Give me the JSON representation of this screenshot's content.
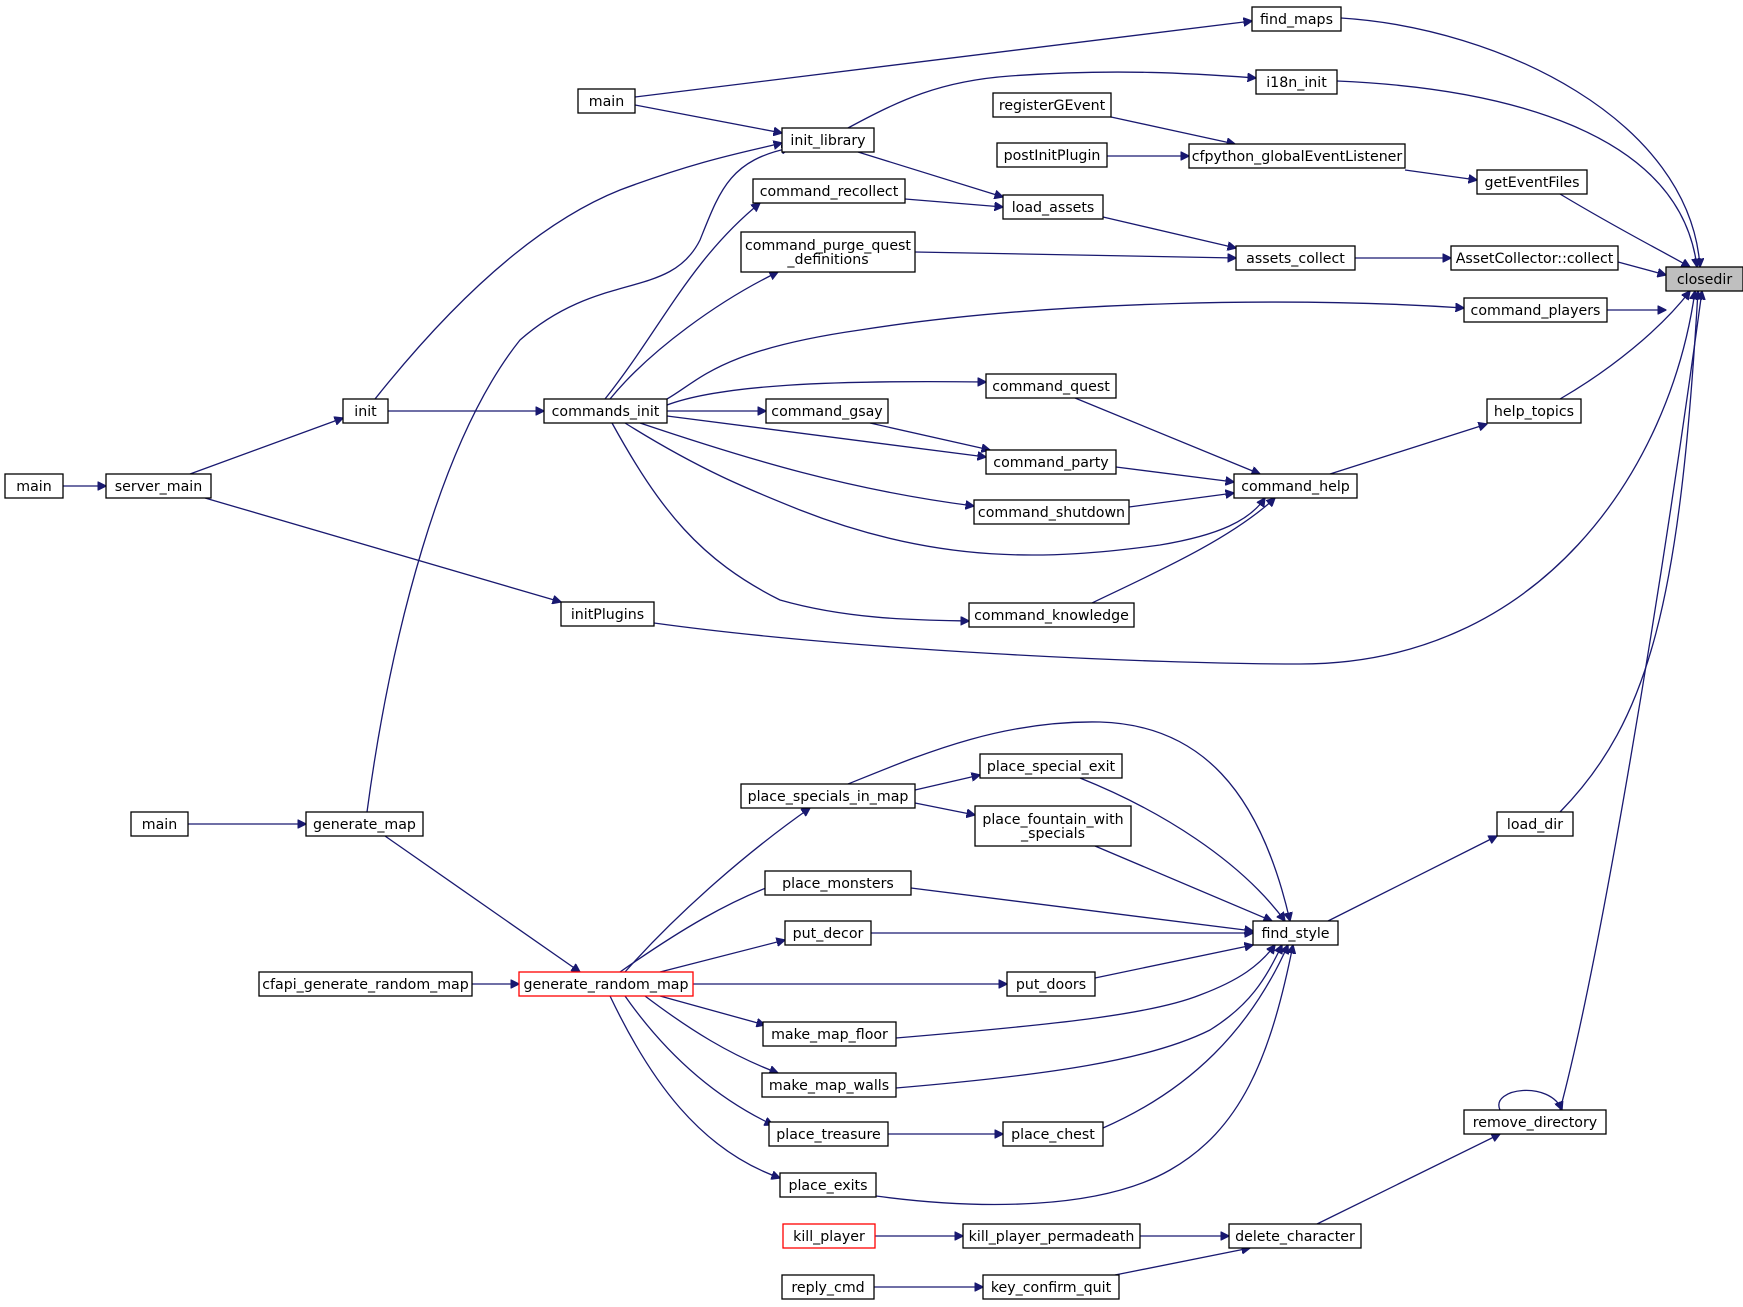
{
  "graph": {
    "root": "closedir",
    "nodes": [
      {
        "id": "closedir",
        "lines": [
          "closedir"
        ],
        "root": true
      },
      {
        "id": "find_maps",
        "lines": [
          "find_maps"
        ]
      },
      {
        "id": "i18n_init",
        "lines": [
          "i18n_init"
        ]
      },
      {
        "id": "main_top",
        "lines": [
          "main"
        ]
      },
      {
        "id": "registerGEvent",
        "lines": [
          "registerGEvent"
        ]
      },
      {
        "id": "postInitPlugin",
        "lines": [
          "postInitPlugin"
        ]
      },
      {
        "id": "cfpython_globalEventListener",
        "lines": [
          "cfpython_globalEventListener"
        ]
      },
      {
        "id": "getEventFiles",
        "lines": [
          "getEventFiles"
        ]
      },
      {
        "id": "init_library",
        "lines": [
          "init_library"
        ]
      },
      {
        "id": "command_recollect",
        "lines": [
          "command_recollect"
        ]
      },
      {
        "id": "load_assets",
        "lines": [
          "load_assets"
        ]
      },
      {
        "id": "command_purge_quest_definitions",
        "lines": [
          "command_purge_quest",
          "_definitions"
        ]
      },
      {
        "id": "assets_collect",
        "lines": [
          "assets_collect"
        ]
      },
      {
        "id": "AssetCollector_collect",
        "lines": [
          "AssetCollector::collect"
        ]
      },
      {
        "id": "command_players",
        "lines": [
          "command_players"
        ]
      },
      {
        "id": "init",
        "lines": [
          "init"
        ]
      },
      {
        "id": "commands_init",
        "lines": [
          "commands_init"
        ]
      },
      {
        "id": "command_quest",
        "lines": [
          "command_quest"
        ]
      },
      {
        "id": "command_gsay",
        "lines": [
          "command_gsay"
        ]
      },
      {
        "id": "help_topics",
        "lines": [
          "help_topics"
        ]
      },
      {
        "id": "main_left",
        "lines": [
          "main"
        ]
      },
      {
        "id": "server_main",
        "lines": [
          "server_main"
        ]
      },
      {
        "id": "command_party",
        "lines": [
          "command_party"
        ]
      },
      {
        "id": "command_help",
        "lines": [
          "command_help"
        ]
      },
      {
        "id": "command_shutdown",
        "lines": [
          "command_shutdown"
        ]
      },
      {
        "id": "initPlugins",
        "lines": [
          "initPlugins"
        ]
      },
      {
        "id": "command_knowledge",
        "lines": [
          "command_knowledge"
        ]
      },
      {
        "id": "place_special_exit",
        "lines": [
          "place_special_exit"
        ]
      },
      {
        "id": "place_specials_in_map",
        "lines": [
          "place_specials_in_map"
        ]
      },
      {
        "id": "place_fountain_with_specials",
        "lines": [
          "place_fountain_with",
          "_specials"
        ]
      },
      {
        "id": "main_mid",
        "lines": [
          "main"
        ]
      },
      {
        "id": "generate_map",
        "lines": [
          "generate_map"
        ]
      },
      {
        "id": "load_dir",
        "lines": [
          "load_dir"
        ]
      },
      {
        "id": "place_monsters",
        "lines": [
          "place_monsters"
        ]
      },
      {
        "id": "put_decor",
        "lines": [
          "put_decor"
        ]
      },
      {
        "id": "find_style",
        "lines": [
          "find_style"
        ]
      },
      {
        "id": "cfapi_generate_random_map",
        "lines": [
          "cfapi_generate_random_map"
        ]
      },
      {
        "id": "generate_random_map",
        "lines": [
          "generate_random_map"
        ],
        "red": true
      },
      {
        "id": "put_doors",
        "lines": [
          "put_doors"
        ]
      },
      {
        "id": "make_map_floor",
        "lines": [
          "make_map_floor"
        ]
      },
      {
        "id": "make_map_walls",
        "lines": [
          "make_map_walls"
        ]
      },
      {
        "id": "remove_directory",
        "lines": [
          "remove_directory"
        ]
      },
      {
        "id": "place_treasure",
        "lines": [
          "place_treasure"
        ]
      },
      {
        "id": "place_chest",
        "lines": [
          "place_chest"
        ]
      },
      {
        "id": "place_exits",
        "lines": [
          "place_exits"
        ]
      },
      {
        "id": "kill_player",
        "lines": [
          "kill_player"
        ],
        "red": true
      },
      {
        "id": "kill_player_permadeath",
        "lines": [
          "kill_player_permadeath"
        ]
      },
      {
        "id": "delete_character",
        "lines": [
          "delete_character"
        ]
      },
      {
        "id": "reply_cmd",
        "lines": [
          "reply_cmd"
        ]
      },
      {
        "id": "key_confirm_quit",
        "lines": [
          "key_confirm_quit"
        ]
      }
    ],
    "edges": [
      {
        "from": "find_maps",
        "to": "closedir"
      },
      {
        "from": "i18n_init",
        "to": "closedir"
      },
      {
        "from": "getEventFiles",
        "to": "closedir"
      },
      {
        "from": "AssetCollector_collect",
        "to": "closedir"
      },
      {
        "from": "command_players",
        "to": "closedir"
      },
      {
        "from": "help_topics",
        "to": "closedir"
      },
      {
        "from": "initPlugins",
        "to": "closedir"
      },
      {
        "from": "load_dir",
        "to": "closedir"
      },
      {
        "from": "remove_directory",
        "to": "closedir"
      },
      {
        "from": "main_top",
        "to": "find_maps"
      },
      {
        "from": "main_top",
        "to": "init_library"
      },
      {
        "from": "init_library",
        "to": "i18n_init"
      },
      {
        "from": "registerGEvent",
        "to": "cfpython_globalEventListener"
      },
      {
        "from": "postInitPlugin",
        "to": "cfpython_globalEventListener"
      },
      {
        "from": "cfpython_globalEventListener",
        "to": "getEventFiles"
      },
      {
        "from": "init_library",
        "to": "load_assets"
      },
      {
        "from": "command_recollect",
        "to": "load_assets"
      },
      {
        "from": "load_assets",
        "to": "assets_collect"
      },
      {
        "from": "command_purge_quest_definitions",
        "to": "assets_collect"
      },
      {
        "from": "assets_collect",
        "to": "AssetCollector_collect"
      },
      {
        "from": "commands_init",
        "to": "command_players"
      },
      {
        "from": "commands_init",
        "to": "command_recollect"
      },
      {
        "from": "commands_init",
        "to": "command_purge_quest_definitions"
      },
      {
        "from": "commands_init",
        "to": "command_quest"
      },
      {
        "from": "commands_init",
        "to": "command_gsay"
      },
      {
        "from": "commands_init",
        "to": "command_party"
      },
      {
        "from": "commands_init",
        "to": "command_shutdown"
      },
      {
        "from": "commands_init",
        "to": "command_help"
      },
      {
        "from": "commands_init",
        "to": "command_knowledge"
      },
      {
        "from": "init",
        "to": "init_library"
      },
      {
        "from": "init",
        "to": "commands_init"
      },
      {
        "from": "generate_map",
        "to": "init_library"
      },
      {
        "from": "main_left",
        "to": "server_main"
      },
      {
        "from": "server_main",
        "to": "init"
      },
      {
        "from": "server_main",
        "to": "initPlugins"
      },
      {
        "from": "command_quest",
        "to": "command_help"
      },
      {
        "from": "command_gsay",
        "to": "command_party"
      },
      {
        "from": "command_party",
        "to": "command_help"
      },
      {
        "from": "command_shutdown",
        "to": "command_help"
      },
      {
        "from": "command_knowledge",
        "to": "command_help"
      },
      {
        "from": "command_help",
        "to": "help_topics"
      },
      {
        "from": "place_specials_in_map",
        "to": "place_special_exit"
      },
      {
        "from": "place_specials_in_map",
        "to": "place_fountain_with_specials"
      },
      {
        "from": "place_specials_in_map",
        "to": "find_style"
      },
      {
        "from": "place_special_exit",
        "to": "find_style"
      },
      {
        "from": "place_fountain_with_specials",
        "to": "find_style"
      },
      {
        "from": "place_monsters",
        "to": "find_style"
      },
      {
        "from": "put_decor",
        "to": "find_style"
      },
      {
        "from": "put_doors",
        "to": "find_style"
      },
      {
        "from": "make_map_floor",
        "to": "find_style"
      },
      {
        "from": "make_map_walls",
        "to": "find_style"
      },
      {
        "from": "place_chest",
        "to": "find_style"
      },
      {
        "from": "place_exits",
        "to": "find_style"
      },
      {
        "from": "find_style",
        "to": "load_dir"
      },
      {
        "from": "main_mid",
        "to": "generate_map"
      },
      {
        "from": "generate_map",
        "to": "generate_random_map"
      },
      {
        "from": "cfapi_generate_random_map",
        "to": "generate_random_map"
      },
      {
        "from": "generate_random_map",
        "to": "place_specials_in_map"
      },
      {
        "from": "generate_random_map",
        "to": "place_monsters"
      },
      {
        "from": "generate_random_map",
        "to": "put_decor"
      },
      {
        "from": "generate_random_map",
        "to": "put_doors"
      },
      {
        "from": "generate_random_map",
        "to": "make_map_floor"
      },
      {
        "from": "generate_random_map",
        "to": "make_map_walls"
      },
      {
        "from": "generate_random_map",
        "to": "place_treasure"
      },
      {
        "from": "generate_random_map",
        "to": "place_exits"
      },
      {
        "from": "place_treasure",
        "to": "place_chest"
      },
      {
        "from": "remove_directory",
        "to": "remove_directory"
      },
      {
        "from": "delete_character",
        "to": "remove_directory"
      },
      {
        "from": "kill_player",
        "to": "kill_player_permadeath"
      },
      {
        "from": "kill_player_permadeath",
        "to": "delete_character"
      },
      {
        "from": "reply_cmd",
        "to": "key_confirm_quit"
      },
      {
        "from": "key_confirm_quit",
        "to": "delete_character"
      }
    ]
  }
}
